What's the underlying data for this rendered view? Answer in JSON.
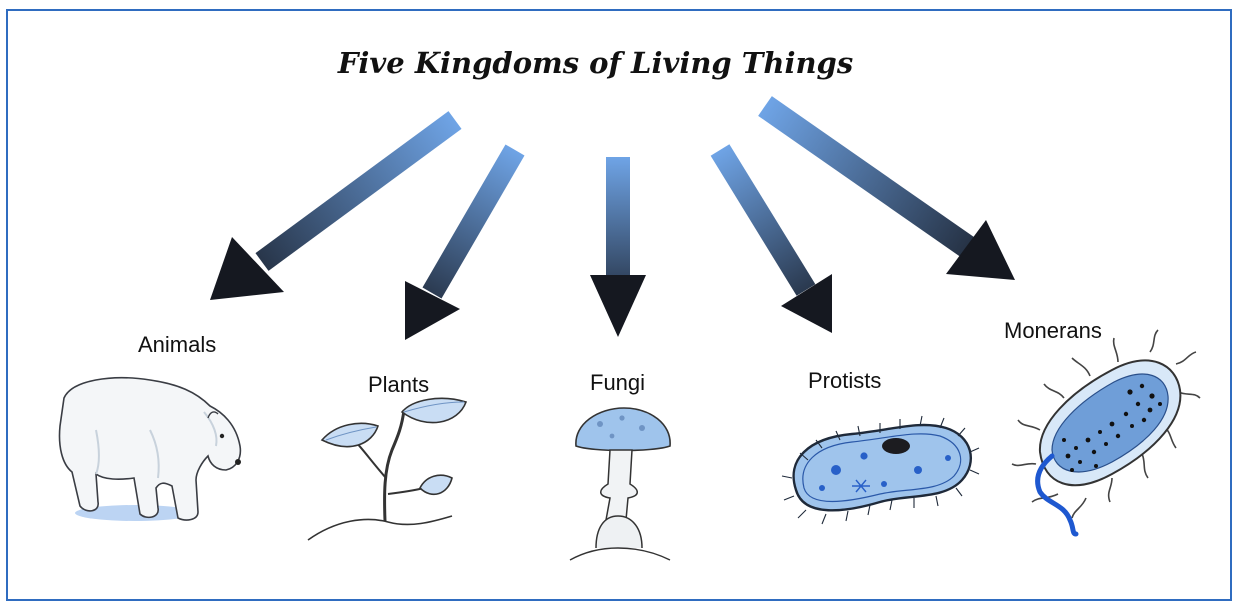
{
  "diagram": {
    "title": "Five Kingdoms of Living Things",
    "kingdoms": [
      {
        "label": "Animals",
        "icon": "polar-bear-icon"
      },
      {
        "label": "Plants",
        "icon": "sprout-icon"
      },
      {
        "label": "Fungi",
        "icon": "mushroom-icon"
      },
      {
        "label": "Protists",
        "icon": "paramecium-icon"
      },
      {
        "label": "Monerans",
        "icon": "bacterium-icon"
      }
    ]
  },
  "colors": {
    "frame": "#2f6cc0",
    "arrow_light": "#6fa4e6",
    "arrow_dark": "#151820",
    "illustration_blue": "#9fc4ec",
    "flagellum": "#1e58d0"
  }
}
